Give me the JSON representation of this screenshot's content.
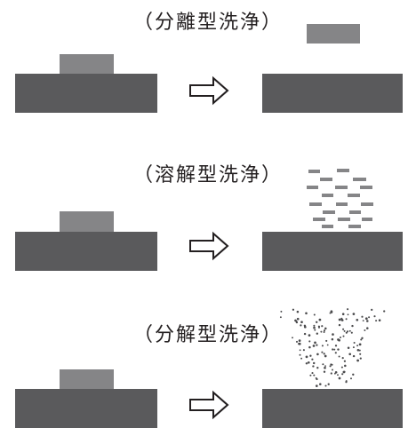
{
  "panels": [
    {
      "caption": "（分離型洗浄）",
      "mode": "lift-off"
    },
    {
      "caption": "（溶解型洗浄）",
      "mode": "dissolve"
    },
    {
      "caption": "（分解型洗浄）",
      "mode": "decompose"
    }
  ],
  "colors": {
    "substrate": "#5a5a5c",
    "contaminant": "#858587",
    "arrow_stroke": "#231f20",
    "text": "#231f20"
  },
  "icons": {
    "arrow": "right-hollow-arrow-icon"
  }
}
